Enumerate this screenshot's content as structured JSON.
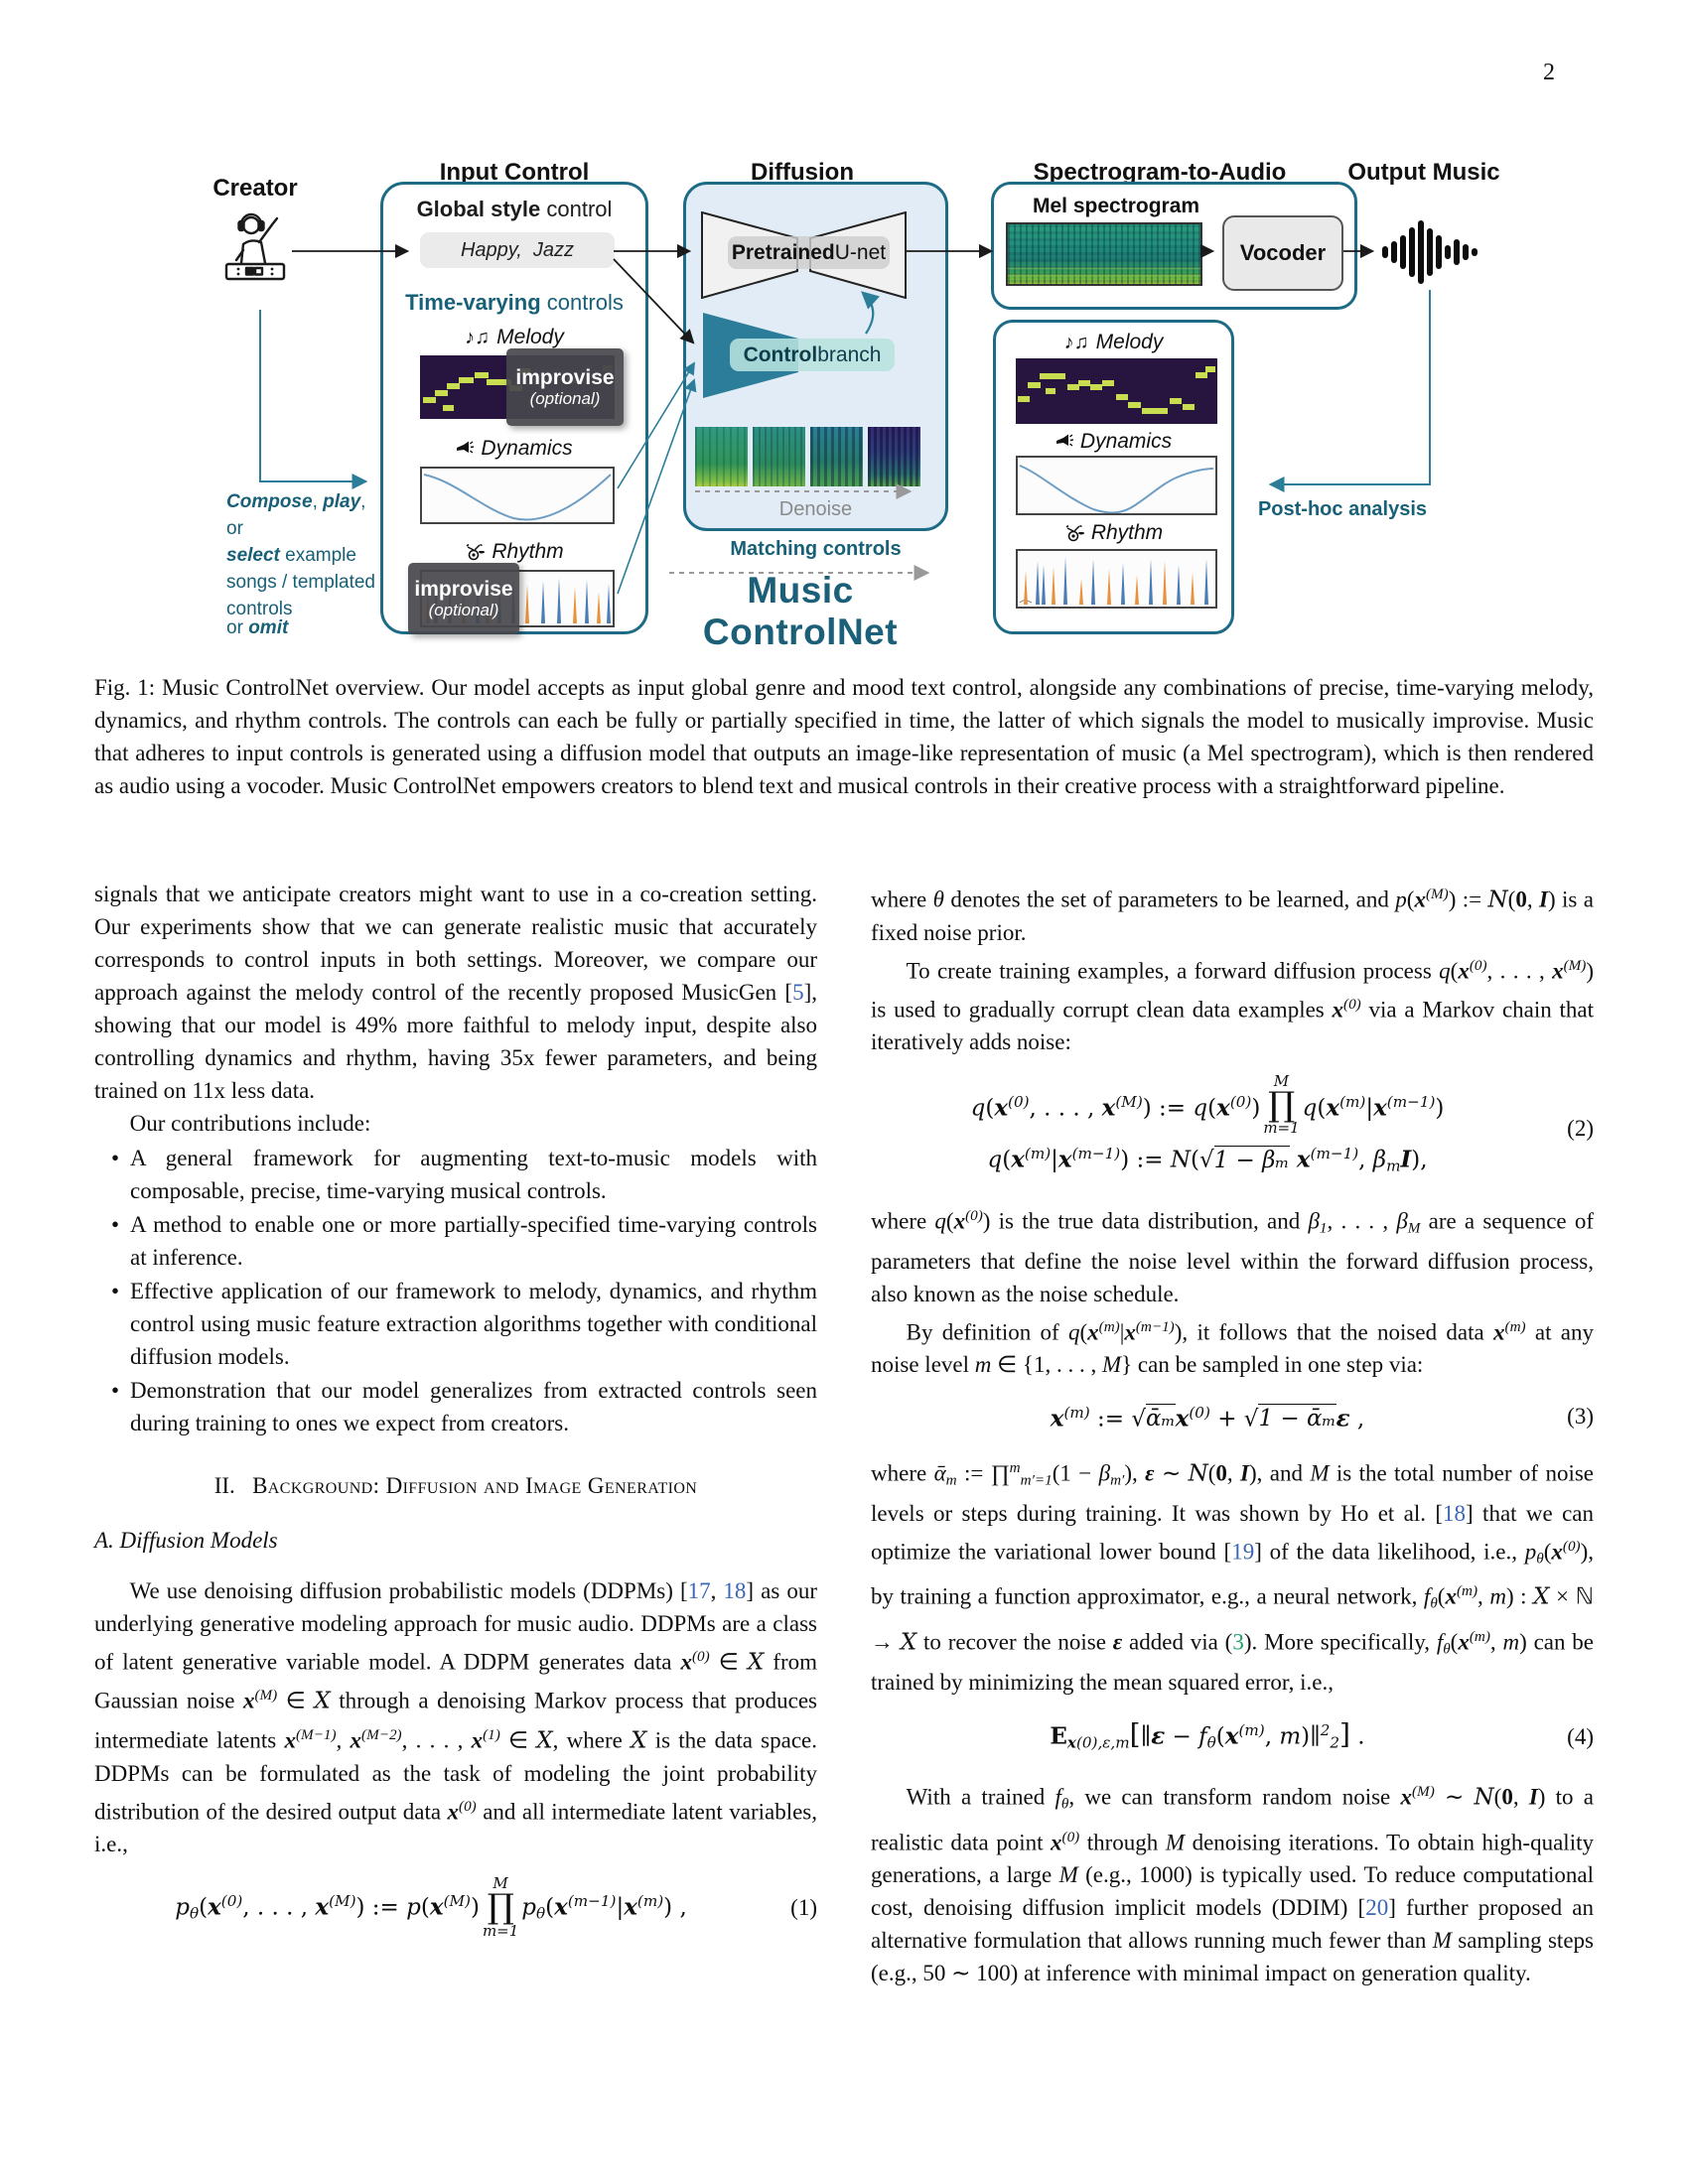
{
  "page": {
    "number": "2"
  },
  "colors": {
    "teal_border": "#1e6b86",
    "teal_text": "#176078",
    "diffusion_bg": "#e2ecf6",
    "cite_blue": "#3a66b5",
    "eqref_green": "#1ea366",
    "control_trap": "#2c7d99",
    "note_yellow": "#c9dd51",
    "spike_blue": "#4a7db5",
    "spike_orange": "#e8923d"
  },
  "figure": {
    "headers": {
      "creator": "Creator",
      "input_control": "Input Control",
      "diffusion": "Diffusion",
      "spec_to_audio": "Spectrogram-to-Audio",
      "output_music": "Output Music"
    },
    "creator_notes": [
      [
        [
          "Compose",
          "bi"
        ],
        [
          ", ",
          ""
        ],
        [
          "play",
          "bi"
        ],
        [
          ", or",
          ""
        ]
      ],
      [
        [
          "select",
          "bi"
        ],
        [
          " example",
          ""
        ]
      ],
      [
        [
          "songs / templated",
          ""
        ]
      ],
      [
        [
          "controls",
          ""
        ]
      ]
    ],
    "or_omit": [
      [
        "or ",
        ""
      ],
      [
        "omit",
        "bi"
      ]
    ],
    "improvise": "improvise",
    "optional": "(optional)",
    "input": {
      "global_style": [
        [
          "Global style",
          "b"
        ],
        [
          " control",
          ""
        ]
      ],
      "style_pill": [
        [
          "Happy,  Jazz",
          ""
        ]
      ],
      "time_varying": [
        [
          "Time-varying",
          "b"
        ],
        [
          " controls",
          ""
        ]
      ],
      "melody": "Melody",
      "dynamics": "Dynamics",
      "rhythm": "Rhythm"
    },
    "diffusion": {
      "unet": [
        [
          "Pretrained",
          "b"
        ],
        [
          " U-net",
          ""
        ]
      ],
      "control": [
        [
          "Control",
          "b"
        ],
        [
          " branch",
          ""
        ]
      ],
      "denoise": "Denoise",
      "matching": "Matching controls",
      "title": "Music ControlNet"
    },
    "spec": {
      "mel": "Mel spectrogram",
      "vocoder": "Vocoder"
    },
    "analysis": {
      "melody": "Melody",
      "dynamics": "Dynamics",
      "rhythm": "Rhythm",
      "posthoc": "Post-hoc analysis"
    }
  },
  "caption": "Fig. 1: Music ControlNet overview. Our model accepts as input global genre and mood text control, alongside any combinations of precise, time-varying melody, dynamics, and rhythm controls. The controls can each be fully or partially specified in time, the latter of which signals the model to musically improvise. Music that adheres to input controls is generated using a diffusion model that outputs an image-like representation of music (a Mel spectrogram), which is then rendered as audio using a vocoder. Music ControlNet empowers creators to blend text and musical controls in their creative process with a straightforward pipeline.",
  "left": {
    "p1": [
      [
        "signals that we anticipate creators might want to use in a co-creation setting. Our experiments show that we can generate realistic music that accurately corresponds to control inputs in both settings. Moreover, we compare our approach against the melody control of the recently proposed MusicGen [",
        ""
      ],
      [
        "5",
        "cite"
      ],
      [
        "], showing that our model is 49% more faithful to melody input, despite also controlling dynamics and rhythm, having 35x fewer parameters, and being trained on 11x less data.",
        ""
      ]
    ],
    "p2": [
      [
        "Our contributions include:",
        ""
      ]
    ],
    "b1": [
      [
        "A general framework for augmenting text-to-music models with composable, precise, time-varying musical controls.",
        ""
      ]
    ],
    "b2": [
      [
        "A method to enable one or more partially-specified time-varying controls at inference.",
        ""
      ]
    ],
    "b3": [
      [
        "Effective application of our framework to melody, dynamics, and rhythm control using music feature extraction algorithms together with conditional diffusion models.",
        ""
      ]
    ],
    "b4": [
      [
        "Demonstration that our model generalizes from extracted controls seen during training to ones we expect from creators.",
        ""
      ]
    ],
    "sec2": [
      [
        "II.  ",
        ""
      ],
      [
        "Background: Diffusion and Image Generation",
        "sc"
      ]
    ],
    "sec2a": [
      [
        "A. Diffusion Models",
        ""
      ]
    ],
    "p3": [
      [
        "We use denoising diffusion probabilistic models (DDPMs) [",
        ""
      ],
      [
        "17",
        "cite"
      ],
      [
        ", ",
        ""
      ],
      [
        "18",
        "cite"
      ],
      [
        "] as our underlying generative modeling approach for music audio. DDPMs are a class of latent generative variable model. A DDPM generates data ",
        ""
      ],
      [
        "x",
        "bi"
      ],
      [
        "(0)",
        "sup"
      ],
      [
        " ∈ ",
        ""
      ],
      [
        "X",
        "cal"
      ],
      [
        " from Gaussian noise ",
        ""
      ],
      [
        "x",
        "bi"
      ],
      [
        "(M)",
        "sup"
      ],
      [
        " ∈ ",
        ""
      ],
      [
        "X",
        "cal"
      ],
      [
        " through a denoising Markov process that produces intermediate latents ",
        ""
      ],
      [
        "x",
        "bi"
      ],
      [
        "(M−1)",
        "sup"
      ],
      [
        ", ",
        ""
      ],
      [
        "x",
        "bi"
      ],
      [
        "(M−2)",
        "sup"
      ],
      [
        ", . . . , ",
        ""
      ],
      [
        "x",
        "bi"
      ],
      [
        "(1)",
        "sup"
      ],
      [
        " ∈ ",
        ""
      ],
      [
        "X",
        "cal"
      ],
      [
        ", where ",
        ""
      ],
      [
        "X",
        "cal"
      ],
      [
        " is the data space. DDPMs can be formulated as the task of modeling the joint probability distribution of the desired output data ",
        ""
      ],
      [
        "x",
        "bi"
      ],
      [
        "(0)",
        "sup"
      ],
      [
        " and all intermediate latent variables, i.e.,",
        ""
      ]
    ],
    "eq1": {
      "pre": [
        [
          "p",
          "i"
        ],
        [
          "θ",
          "sub"
        ],
        [
          "(",
          ""
        ],
        [
          "x",
          "bi"
        ],
        [
          "(0)",
          "sup"
        ],
        [
          ", . . . , ",
          ""
        ],
        [
          "x",
          "bi"
        ],
        [
          "(M)",
          "sup"
        ],
        [
          ") := ",
          ""
        ],
        [
          "p",
          "i"
        ],
        [
          "(",
          ""
        ],
        [
          "x",
          "bi"
        ],
        [
          "(M)",
          "sup"
        ],
        [
          ") ",
          ""
        ]
      ],
      "ptop": "M",
      "pbot": "m=1",
      "post": [
        [
          " p",
          "i"
        ],
        [
          "θ",
          "sub"
        ],
        [
          "(",
          ""
        ],
        [
          "x",
          "bi"
        ],
        [
          "(m−1)",
          "sup"
        ],
        [
          "|",
          ""
        ],
        [
          "x",
          "bi"
        ],
        [
          "(m)",
          "sup"
        ],
        [
          ") ,",
          ""
        ]
      ],
      "num": "(1)"
    }
  },
  "right": {
    "p4": [
      [
        "where ",
        ""
      ],
      [
        "θ",
        "i"
      ],
      [
        " denotes the set of parameters to be learned, and ",
        ""
      ],
      [
        "p",
        "i"
      ],
      [
        "(",
        ""
      ],
      [
        "x",
        "bi"
      ],
      [
        "(M)",
        "sup"
      ],
      [
        ") := ",
        ""
      ],
      [
        "N",
        "cal"
      ],
      [
        "(",
        ""
      ],
      [
        "0",
        "b"
      ],
      [
        ", ",
        ""
      ],
      [
        "I",
        "bi"
      ],
      [
        ") is a fixed noise prior.",
        ""
      ]
    ],
    "p5": [
      [
        "To create training examples, a forward diffusion process ",
        ""
      ],
      [
        "q",
        "i"
      ],
      [
        "(",
        ""
      ],
      [
        "x",
        "bi"
      ],
      [
        "(0)",
        "sup"
      ],
      [
        ", . . . , ",
        ""
      ],
      [
        "x",
        "bi"
      ],
      [
        "(M)",
        "sup"
      ],
      [
        ") is used to gradually corrupt clean data examples ",
        ""
      ],
      [
        "x",
        "bi"
      ],
      [
        "(0)",
        "sup"
      ],
      [
        " via a Markov chain that iteratively adds noise:",
        ""
      ]
    ],
    "eq2": {
      "r1pre": [
        [
          "q",
          "i"
        ],
        [
          "(",
          ""
        ],
        [
          "x",
          "bi"
        ],
        [
          "(0)",
          "sup"
        ],
        [
          ", . . . , ",
          ""
        ],
        [
          "x",
          "bi"
        ],
        [
          "(M)",
          "sup"
        ],
        [
          ") := ",
          ""
        ],
        [
          "q",
          "i"
        ],
        [
          "(",
          ""
        ],
        [
          "x",
          "bi"
        ],
        [
          "(0)",
          "sup"
        ],
        [
          ") ",
          ""
        ]
      ],
      "ptop": "M",
      "pbot": "m=1",
      "r1post": [
        [
          " q",
          "i"
        ],
        [
          "(",
          ""
        ],
        [
          "x",
          "bi"
        ],
        [
          "(m)",
          "sup"
        ],
        [
          "|",
          ""
        ],
        [
          "x",
          "bi"
        ],
        [
          "(m−1)",
          "sup"
        ],
        [
          ")",
          ""
        ]
      ],
      "r2": [
        [
          "q",
          "i"
        ],
        [
          "(",
          ""
        ],
        [
          "x",
          "bi"
        ],
        [
          "(m)",
          "sup"
        ],
        [
          "|",
          ""
        ],
        [
          "x",
          "bi"
        ],
        [
          "(m−1)",
          "sup"
        ],
        [
          ") := ",
          ""
        ],
        [
          "N",
          "cal"
        ],
        [
          "(",
          ""
        ],
        [
          "√",
          ""
        ],
        [
          "1 − βₘ",
          "i ovl"
        ],
        [
          " ",
          ""
        ],
        [
          "x",
          "bi"
        ],
        [
          "(m−1)",
          "sup"
        ],
        [
          ", ",
          ""
        ],
        [
          "β",
          "i"
        ],
        [
          "m",
          "sub"
        ],
        [
          "I",
          "bi"
        ],
        [
          "),",
          ""
        ]
      ],
      "num": "(2)"
    },
    "p6": [
      [
        "where ",
        ""
      ],
      [
        "q",
        "i"
      ],
      [
        "(",
        ""
      ],
      [
        "x",
        "bi"
      ],
      [
        "(0)",
        "sup"
      ],
      [
        ") is the true data distribution, and ",
        ""
      ],
      [
        "β",
        "i"
      ],
      [
        "1",
        "sub"
      ],
      [
        ", . . . , ",
        ""
      ],
      [
        "β",
        "i"
      ],
      [
        "M",
        "sub"
      ],
      [
        " are a sequence of parameters that define the noise level within the forward diffusion process, also known as the noise schedule.",
        ""
      ]
    ],
    "p7": [
      [
        "By definition of ",
        ""
      ],
      [
        "q",
        "i"
      ],
      [
        "(",
        ""
      ],
      [
        "x",
        "bi"
      ],
      [
        "(m)",
        "sup"
      ],
      [
        "|",
        ""
      ],
      [
        "x",
        "bi"
      ],
      [
        "(m−1)",
        "sup"
      ],
      [
        "), it follows that the noised data ",
        ""
      ],
      [
        "x",
        "bi"
      ],
      [
        "(m)",
        "sup"
      ],
      [
        " at any noise level ",
        ""
      ],
      [
        "m",
        "i"
      ],
      [
        " ∈ {1, . . . , ",
        ""
      ],
      [
        "M",
        "i"
      ],
      [
        "} can be sampled in one step via:",
        ""
      ]
    ],
    "eq3": {
      "body": [
        [
          "x",
          "bi"
        ],
        [
          "(m)",
          "sup"
        ],
        [
          " := ",
          ""
        ],
        [
          "√",
          ""
        ],
        [
          "ᾱₘ",
          "i ovl"
        ],
        [
          "x",
          "bi"
        ],
        [
          "(0)",
          "sup"
        ],
        [
          " + ",
          ""
        ],
        [
          "√",
          ""
        ],
        [
          "1 − ᾱₘ",
          "i ovl"
        ],
        [
          "ε",
          "bi"
        ],
        [
          " ,",
          ""
        ]
      ],
      "num": "(3)"
    },
    "p8": [
      [
        "where ",
        ""
      ],
      [
        "ᾱ",
        "i"
      ],
      [
        "m",
        "sub"
      ],
      [
        " := ∏",
        ""
      ],
      [
        "m",
        "sup"
      ],
      [
        "m′=1",
        "sub"
      ],
      [
        "(1 − ",
        ""
      ],
      [
        "β",
        "i"
      ],
      [
        "m′",
        "sub"
      ],
      [
        "), ",
        ""
      ],
      [
        "ε",
        "bi"
      ],
      [
        " ∼ ",
        ""
      ],
      [
        "N",
        "cal"
      ],
      [
        "(",
        ""
      ],
      [
        "0",
        "b"
      ],
      [
        ", ",
        ""
      ],
      [
        "I",
        "bi"
      ],
      [
        "), and ",
        ""
      ],
      [
        "M",
        "i"
      ],
      [
        " is the total number of noise levels or steps during training. It was shown by Ho et al. [",
        ""
      ],
      [
        "18",
        "cite"
      ],
      [
        "] that we can optimize the variational lower bound [",
        ""
      ],
      [
        "19",
        "cite"
      ],
      [
        "] of the data likelihood, i.e., ",
        ""
      ],
      [
        "p",
        "i"
      ],
      [
        "θ",
        "sub"
      ],
      [
        "(",
        ""
      ],
      [
        "x",
        "bi"
      ],
      [
        "(0)",
        "sup"
      ],
      [
        "), by training a function approximator, e.g., a neural network, ",
        ""
      ],
      [
        "f",
        "i"
      ],
      [
        "θ",
        "sub"
      ],
      [
        "(",
        ""
      ],
      [
        "x",
        "bi"
      ],
      [
        "(m)",
        "sup"
      ],
      [
        ", ",
        ""
      ],
      [
        "m",
        "i"
      ],
      [
        ") : ",
        ""
      ],
      [
        "X",
        "cal"
      ],
      [
        " × ℕ → ",
        ""
      ],
      [
        "X",
        "cal"
      ],
      [
        " to recover the noise ",
        ""
      ],
      [
        "ε",
        "bi"
      ],
      [
        " added via (",
        ""
      ],
      [
        "3",
        "eqref"
      ],
      [
        "). More specifically, ",
        ""
      ],
      [
        "f",
        "i"
      ],
      [
        "θ",
        "sub"
      ],
      [
        "(",
        ""
      ],
      [
        "x",
        "bi"
      ],
      [
        "(m)",
        "sup"
      ],
      [
        ", ",
        ""
      ],
      [
        "m",
        "i"
      ],
      [
        ") can be trained by minimizing the mean squared error, i.e.,",
        ""
      ]
    ],
    "eq4": {
      "body": [
        [
          "E",
          "dbl"
        ],
        [
          "x",
          "sub bi"
        ],
        [
          "(0),ε,m",
          "sub"
        ],
        [
          "[",
          "big"
        ],
        [
          "∥",
          ""
        ],
        [
          "ε",
          "bi"
        ],
        [
          " − ",
          ""
        ],
        [
          "f",
          "i"
        ],
        [
          "θ",
          "sub"
        ],
        [
          "(",
          ""
        ],
        [
          "x",
          "bi"
        ],
        [
          "(m)",
          "sup"
        ],
        [
          ", ",
          ""
        ],
        [
          "m",
          "i"
        ],
        [
          ")∥",
          ""
        ],
        [
          "2",
          "sup"
        ],
        [
          "2",
          "sub"
        ],
        [
          "]",
          "big"
        ],
        [
          " .",
          ""
        ]
      ],
      "num": "(4)"
    },
    "p9": [
      [
        "With a trained ",
        ""
      ],
      [
        "f",
        "i"
      ],
      [
        "θ",
        "sub"
      ],
      [
        ", we can transform random noise ",
        ""
      ],
      [
        "x",
        "bi"
      ],
      [
        "(M)",
        "sup"
      ],
      [
        " ∼ ",
        ""
      ],
      [
        "N",
        "cal"
      ],
      [
        "(",
        ""
      ],
      [
        "0",
        "b"
      ],
      [
        ", ",
        ""
      ],
      [
        "I",
        "bi"
      ],
      [
        ") to a realistic data point ",
        ""
      ],
      [
        "x",
        "bi"
      ],
      [
        "(0)",
        "sup"
      ],
      [
        " through ",
        ""
      ],
      [
        "M",
        "i"
      ],
      [
        " denoising iterations. To obtain high-quality generations, a large ",
        ""
      ],
      [
        "M",
        "i"
      ],
      [
        " (e.g., 1000) is typically used. To reduce computational cost, denoising diffusion implicit models (DDIM) [",
        ""
      ],
      [
        "20",
        "cite"
      ],
      [
        "] further proposed an alternative formulation that allows running much fewer than ",
        ""
      ],
      [
        "M",
        "i"
      ],
      [
        " sampling steps (e.g., 50 ∼ 100) at inference with minimal impact on generation quality.",
        ""
      ]
    ]
  }
}
